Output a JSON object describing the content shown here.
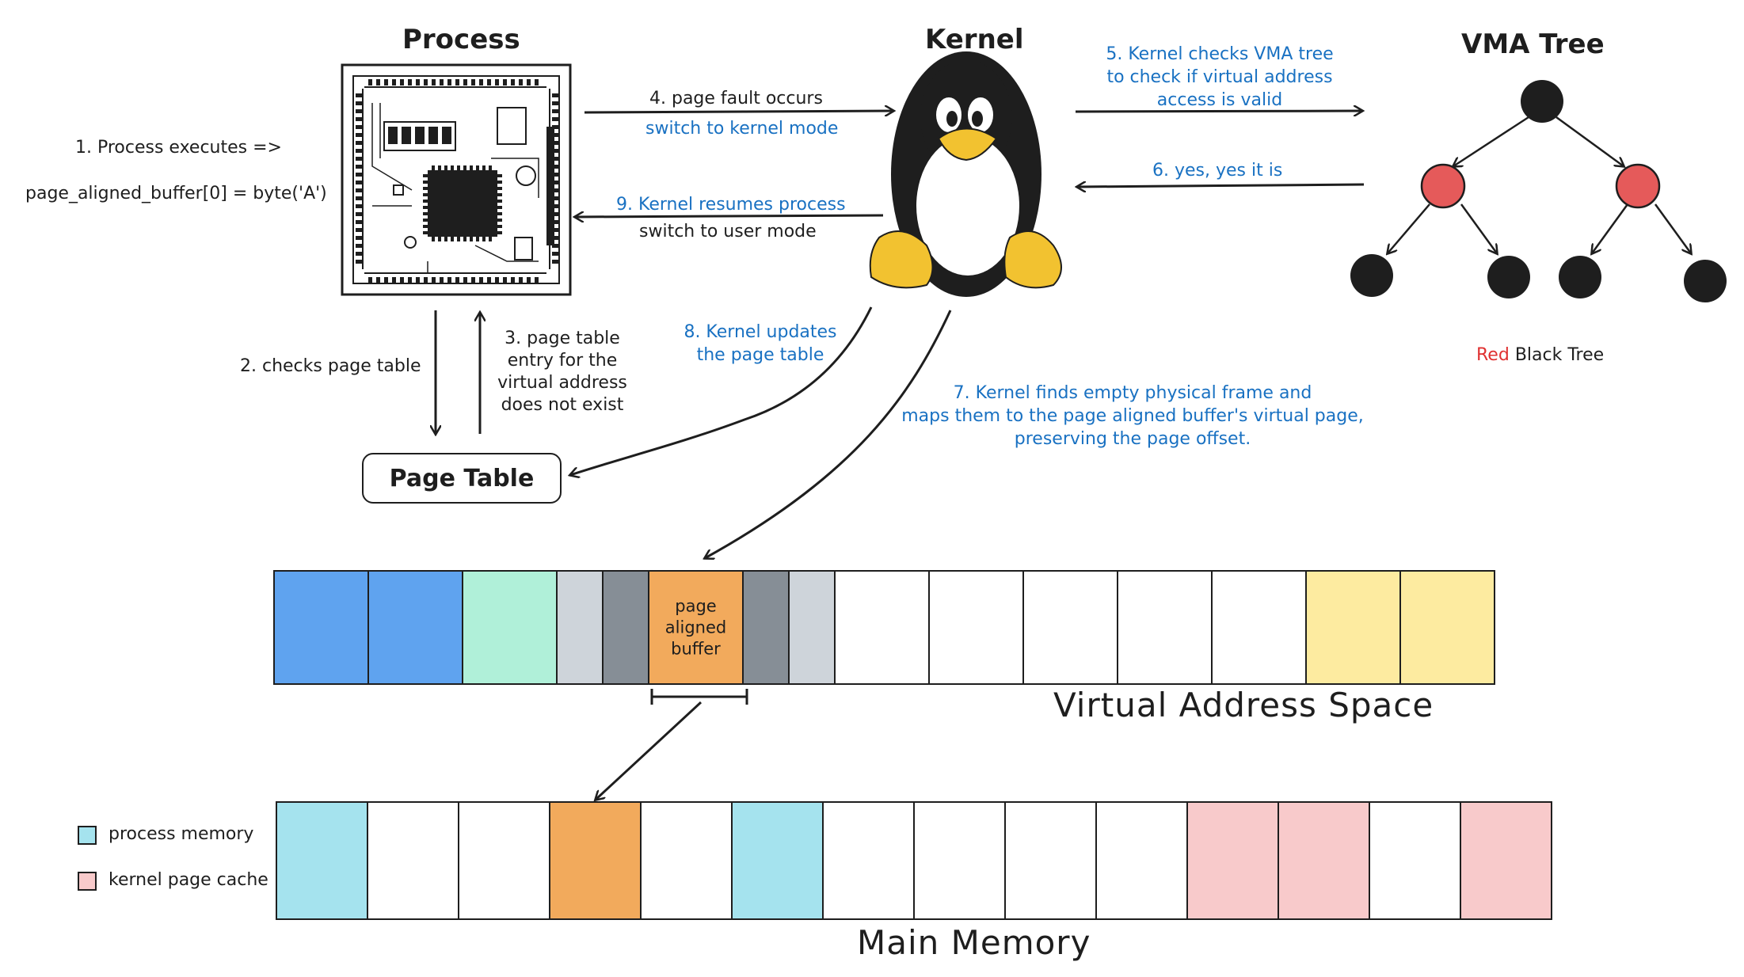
{
  "titles": {
    "process": "Process",
    "kernel": "Kernel",
    "vma_tree": "VMA Tree",
    "page_table": "Page Table",
    "virtual_address_space": "Virtual Address Space",
    "main_memory": "Main Memory"
  },
  "labels": {
    "step1_line1": "1. Process executes =>",
    "step1_line2": "page_aligned_buffer[0] = byte('A')",
    "step2": "2. checks page table",
    "step3": [
      "3. page table",
      "entry for the",
      "virtual address",
      "does not exist"
    ],
    "step4_main": "4. page fault occurs",
    "step4_sub": "switch to kernel mode",
    "step5": [
      "5. Kernel checks VMA tree",
      "to check if virtual address",
      "access is valid"
    ],
    "step6": "6. yes, yes it is",
    "step7": [
      "7. Kernel finds empty physical frame and",
      "maps them to the page aligned buffer's virtual page,",
      "preserving the page offset."
    ],
    "step8": [
      "8. Kernel updates",
      "the page table"
    ],
    "step9_main": "9. Kernel resumes process",
    "step9_sub": "switch to user mode",
    "rbt_red": "Red",
    "rbt_black": "Black Tree"
  },
  "legend": [
    {
      "label": "process memory",
      "color": "#a5e3ee"
    },
    {
      "label": "kernel page cache",
      "color": "#f8cacb"
    }
  ],
  "virtual_address_space": {
    "cells": [
      {
        "color": "#5fa3ef",
        "label": ""
      },
      {
        "color": "#5fa3ef",
        "label": ""
      },
      {
        "color": "#b0f0d9",
        "label": ""
      },
      {
        "color": "#ced4da",
        "label": "",
        "narrow": true
      },
      {
        "color": "#868e96",
        "label": "",
        "narrow": true
      },
      {
        "color": "#f2aa5c",
        "label": "page\naligned\nbuffer"
      },
      {
        "color": "#868e96",
        "label": "",
        "narrow": true
      },
      {
        "color": "#ced4da",
        "label": "",
        "narrow": true
      },
      {
        "color": "#ffffff",
        "label": ""
      },
      {
        "color": "#ffffff",
        "label": ""
      },
      {
        "color": "#ffffff",
        "label": ""
      },
      {
        "color": "#ffffff",
        "label": ""
      },
      {
        "color": "#ffffff",
        "label": ""
      },
      {
        "color": "#fdeba0",
        "label": ""
      },
      {
        "color": "#fdeba0",
        "label": ""
      }
    ]
  },
  "main_memory": {
    "cells": [
      {
        "color": "#a5e3ee"
      },
      {
        "color": "#ffffff"
      },
      {
        "color": "#ffffff"
      },
      {
        "color": "#f2aa5c"
      },
      {
        "color": "#ffffff"
      },
      {
        "color": "#a5e3ee"
      },
      {
        "color": "#ffffff"
      },
      {
        "color": "#ffffff"
      },
      {
        "color": "#ffffff"
      },
      {
        "color": "#ffffff"
      },
      {
        "color": "#f8cacb"
      },
      {
        "color": "#f8cacb"
      },
      {
        "color": "#ffffff"
      },
      {
        "color": "#f8cacb"
      }
    ]
  },
  "vma_tree": {
    "root": "black",
    "level2": [
      "red",
      "red"
    ],
    "level3": [
      "black",
      "black",
      "black",
      "black"
    ]
  },
  "colors": {
    "node_black": "#1e1e1e",
    "node_red": "#e55a5a",
    "annotation_blue": "#1971c2",
    "penguin_yellow": "#f2c230"
  }
}
